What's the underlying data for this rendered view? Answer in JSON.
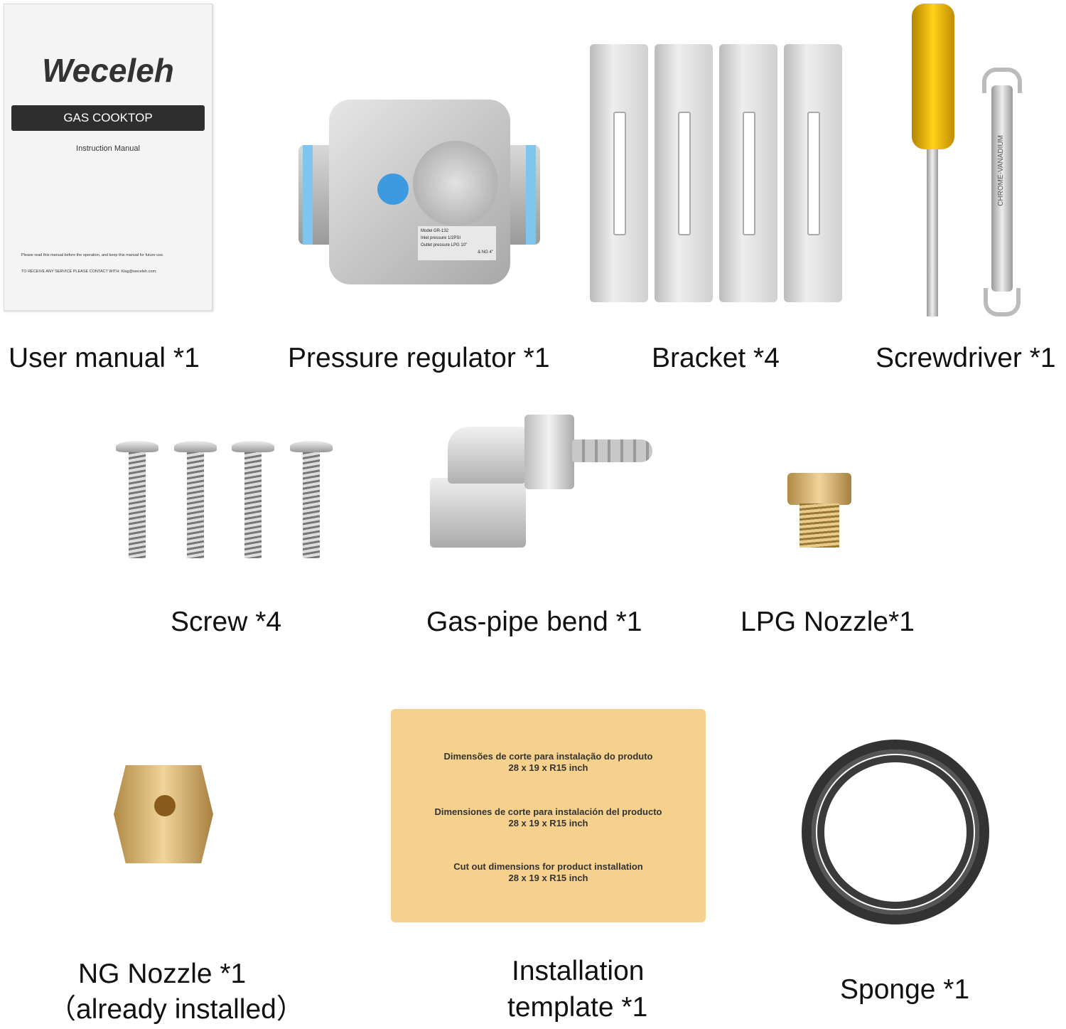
{
  "items": [
    {
      "label": "User manual *1"
    },
    {
      "label": "Pressure regulator *1"
    },
    {
      "label": "Bracket *4"
    },
    {
      "label": "Screwdriver *1"
    },
    {
      "label": "Screw *4"
    },
    {
      "label": "Gas-pipe bend *1"
    },
    {
      "label": "LPG Nozzle*1"
    },
    {
      "label": "NG Nozzle *1",
      "label2": "（already installed）"
    },
    {
      "label": "Installation",
      "label2": "template *1"
    },
    {
      "label": "Sponge *1"
    }
  ],
  "manual": {
    "brand": "Weceleh",
    "title": "GAS COOKTOP",
    "subtitle": "Instruction Manual",
    "note": "Please read this manual before the operation, and keep this manual for future use.",
    "contact": "TO RECEIVE ANY SERVICE PLEASE CONTACT WITH: Klag@weceleh.com;"
  },
  "regulator": {
    "model": "Model GR-132",
    "inlet": "Inlet pressure 1/2PSI",
    "outlet": "Outlet pressure LPG 10\"",
    "ng": "& NG 4\""
  },
  "wrench": {
    "text": "CHROME-VANADIUM"
  },
  "template": {
    "pt": "Dimensões de corte para instalação do produto",
    "es": "Dimensiones de corte para instalación del producto",
    "en": "Cut out dimensions for product installation",
    "dims": "28 x 19 x R15 inch"
  }
}
